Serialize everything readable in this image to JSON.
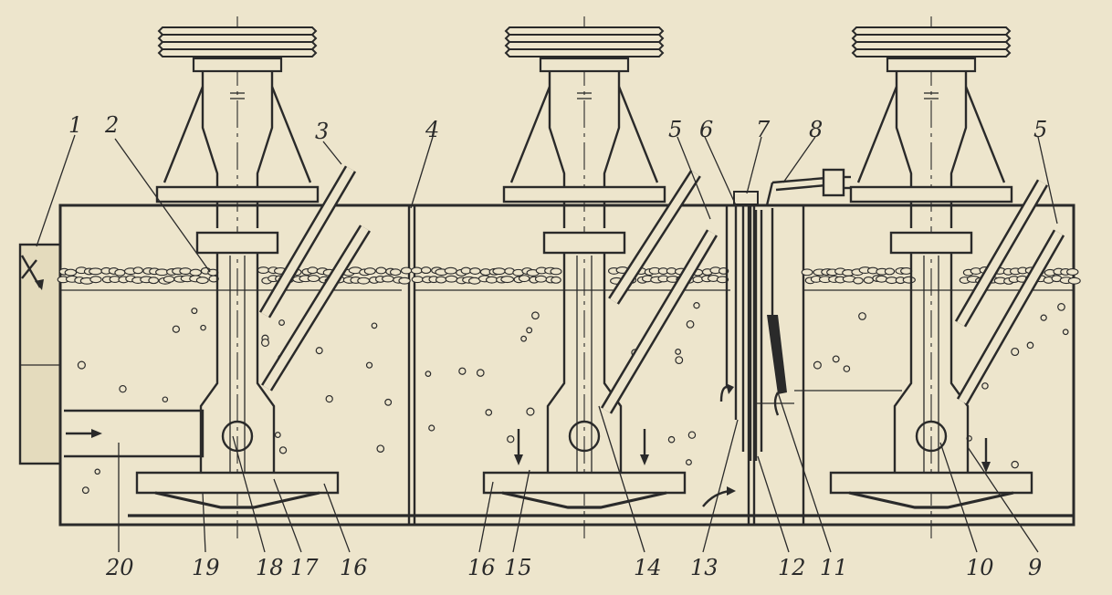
{
  "figure": {
    "type": "flotation machine cross-section",
    "colors": {
      "paper": "#ede5cc",
      "ink": "#2a2a2a",
      "liquid": "#e2d8b8"
    }
  },
  "labels": {
    "top": [
      "1",
      "2",
      "3",
      "4",
      "5",
      "6",
      "7",
      "8",
      "5"
    ],
    "bottom": [
      "20",
      "19",
      "18",
      "17",
      "16",
      "16",
      "15",
      "14",
      "13",
      "12",
      "11",
      "10",
      "9"
    ]
  }
}
